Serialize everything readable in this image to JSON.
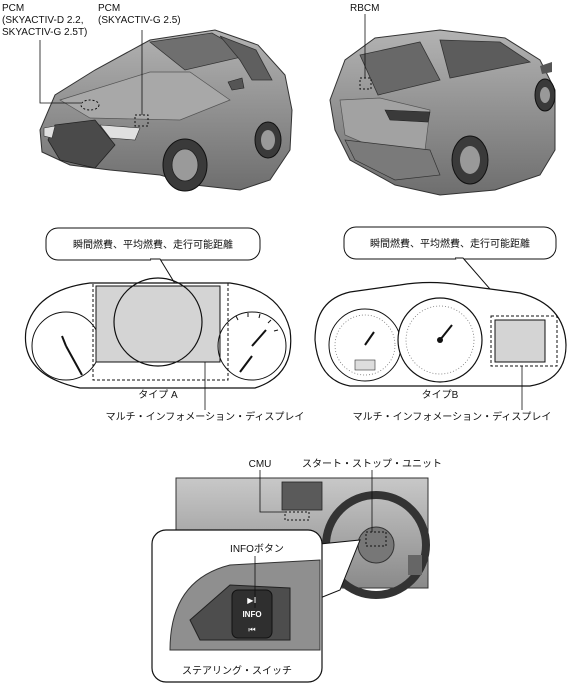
{
  "labels": {
    "pcm_front_title": "PCM",
    "pcm_front_line1": "(SKYACTIV-D 2.2,",
    "pcm_front_line2": "SKYACTIV-G 2.5T)",
    "pcm_front2_title": "PCM",
    "pcm_front2_line1": "(SKYACTIV-G 2.5)",
    "rbcm": "RBCM",
    "callout_a": "瞬間燃費、平均燃費、走行可能距離",
    "callout_b": "瞬間燃費、平均燃費、走行可能距離",
    "type_a": "タイプ A",
    "type_b": "タイプB",
    "mid_a": "マルチ・インフォメーション・ディスプレイ",
    "mid_b": "マルチ・インフォメーション・ディスプレイ",
    "cmu": "CMU",
    "start_stop": "スタート・ストップ・ユニット",
    "info_button": "INFOボタン",
    "info_key": "INFO",
    "steering_switch": "ステアリング・スイッチ"
  },
  "colors": {
    "car_body": "#9b9b9b",
    "car_dark": "#5a5a5a",
    "display_fill": "#d8d8d8",
    "line": "#111111"
  }
}
